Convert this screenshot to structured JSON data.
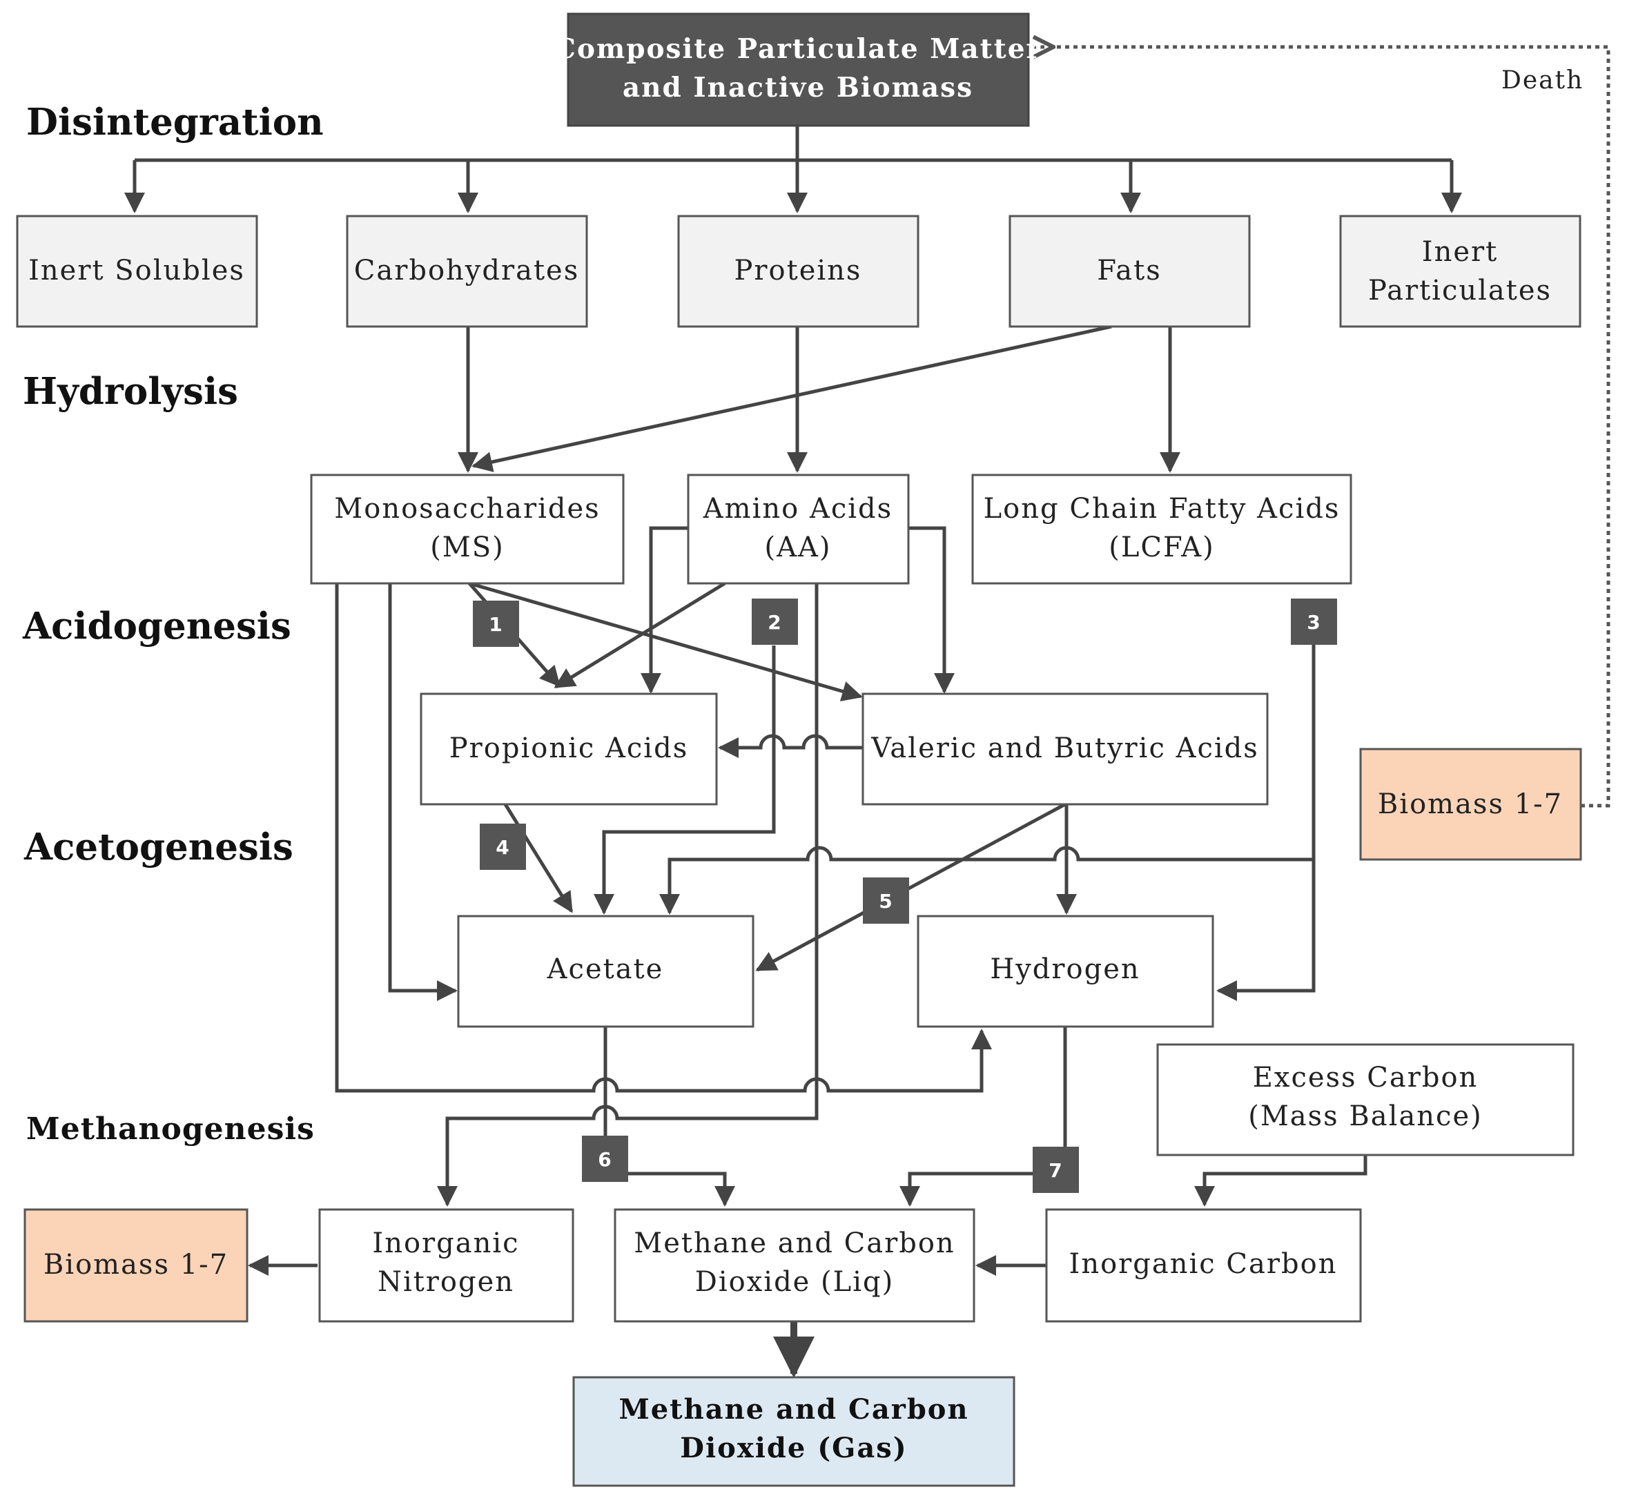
{
  "stages": {
    "disintegration": "Disintegration",
    "hydrolysis": "Hydrolysis",
    "acidogenesis": "Acidogenesis",
    "acetogenesis": "Acetogenesis",
    "methanogenesis": "Methanogenesis"
  },
  "nodes": {
    "composite": [
      "Composite Particulate Matter",
      "and Inactive Biomass"
    ],
    "inert_solubles": [
      "Inert Solubles"
    ],
    "carbohydrates": [
      "Carbohydrates"
    ],
    "proteins": [
      "Proteins"
    ],
    "fats": [
      "Fats"
    ],
    "inert_particulates": [
      "Inert",
      "Particulates"
    ],
    "monosaccharides": [
      "Monosaccharides",
      "(MS)"
    ],
    "amino_acids": [
      "Amino Acids",
      "(AA)"
    ],
    "lcfa": [
      "Long Chain Fatty Acids",
      "(LCFA)"
    ],
    "propionic": [
      "Propionic Acids"
    ],
    "valeric_butyric": [
      "Valeric and Butyric Acids"
    ],
    "biomass_right": [
      "Biomass 1-7"
    ],
    "acetate": [
      "Acetate"
    ],
    "hydrogen": [
      "Hydrogen"
    ],
    "excess_carbon": [
      "Excess Carbon",
      "(Mass Balance)"
    ],
    "biomass_left": [
      "Biomass 1-7"
    ],
    "inorganic_nitrogen": [
      "Inorganic",
      "Nitrogen"
    ],
    "methane_liq": [
      "Methane and Carbon",
      "Dioxide (Liq)"
    ],
    "inorganic_carbon": [
      "Inorganic Carbon"
    ],
    "methane_gas": [
      "Methane and Carbon",
      "Dioxide (Gas)"
    ]
  },
  "death_label": "Death",
  "badges": [
    "1",
    "2",
    "3",
    "4",
    "5",
    "6",
    "7"
  ],
  "colors": {
    "dark_box": "#555555",
    "biomass_box": "#fbd4b8",
    "gas_box": "#dde9f2",
    "compound_box": "#f2f2f2",
    "line": "#444444"
  }
}
